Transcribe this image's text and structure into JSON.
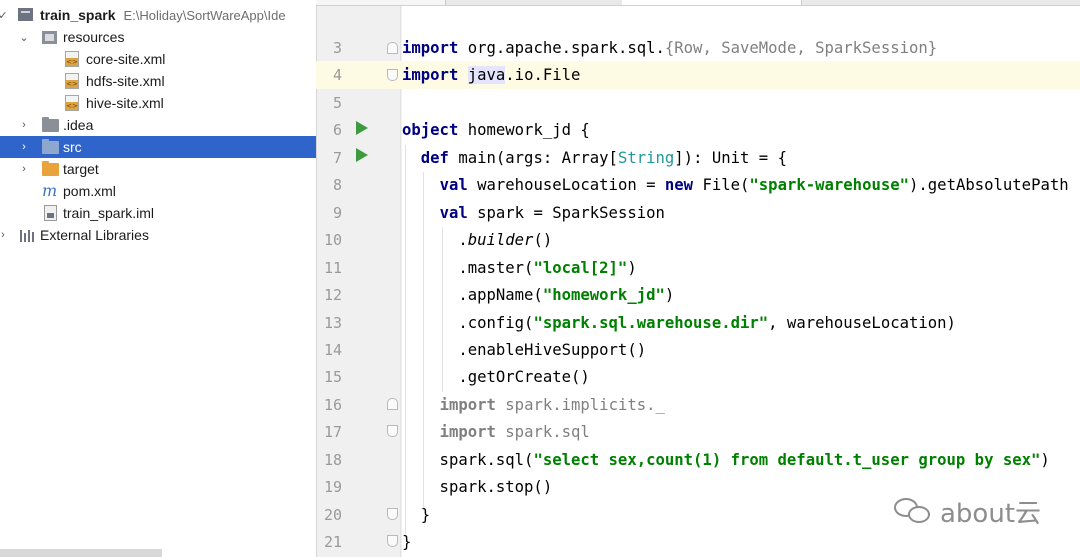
{
  "project_tree": {
    "root": {
      "name": "train_spark",
      "path": "E:\\Holiday\\SortWareApp\\Ide"
    },
    "items": [
      {
        "label": "resources"
      },
      {
        "label": "core-site.xml"
      },
      {
        "label": "hdfs-site.xml"
      },
      {
        "label": "hive-site.xml"
      },
      {
        "label": ".idea"
      },
      {
        "label": "src"
      },
      {
        "label": "target"
      },
      {
        "label": "pom.xml"
      },
      {
        "label": "train_spark.iml"
      },
      {
        "label": "External Libraries"
      }
    ],
    "selected": "src"
  },
  "editor": {
    "line_numbers": [
      "3",
      "4",
      "5",
      "6",
      "7",
      "8",
      "9",
      "10",
      "11",
      "12",
      "13",
      "14",
      "15",
      "16",
      "17",
      "18",
      "19",
      "20",
      "21"
    ],
    "code": {
      "l3": {
        "kw": "import",
        "pkg": " org.apache.spark.sql.",
        "open": "{",
        "items": "Row, SaveMode, SparkSession",
        "close": "}"
      },
      "l4": {
        "kw": "import",
        "pre": " ",
        "hl": "java",
        "post": ".io.File"
      },
      "l6": {
        "kw": "object",
        "rest": " homework_jd {"
      },
      "l7": {
        "pre": "  ",
        "kw": "def",
        "a": " main(args: Array[",
        "type": "String",
        "b": "]): Unit = {"
      },
      "l8": {
        "pre": "    ",
        "kw": "val",
        "a": " warehouseLocation = ",
        "kw2": "new",
        "b": " File(",
        "str": "\"spark-warehouse\"",
        "c": ").getAbsolutePath"
      },
      "l9": {
        "pre": "    ",
        "kw": "val",
        "a": " spark = SparkSession"
      },
      "l10": {
        "pre": "      .",
        "ital": "builder",
        "post": "()"
      },
      "l11": {
        "pre": "      .master(",
        "str": "\"local[2]\"",
        "post": ")"
      },
      "l12": {
        "pre": "      .appName(",
        "str": "\"homework_jd\"",
        "post": ")"
      },
      "l13": {
        "pre": "      .config(",
        "str": "\"spark.sql.warehouse.dir\"",
        "post": ", warehouseLocation)"
      },
      "l14": {
        "text": "      .enableHiveSupport()"
      },
      "l15": {
        "text": "      .getOrCreate()"
      },
      "l16": {
        "pre": "    ",
        "kw": "import",
        "rest": " spark.implicits._"
      },
      "l17": {
        "pre": "    ",
        "kw": "import",
        "rest": " spark.sql"
      },
      "l18": {
        "pre": "    spark.sql(",
        "str": "\"select sex,count(1) from default.t_user group by sex\"",
        "post": ")"
      },
      "l19": {
        "text": "    spark.stop()"
      },
      "l20": {
        "text": "  }"
      },
      "l21": {
        "text": "}"
      }
    }
  },
  "watermark": {
    "text": "about云"
  }
}
